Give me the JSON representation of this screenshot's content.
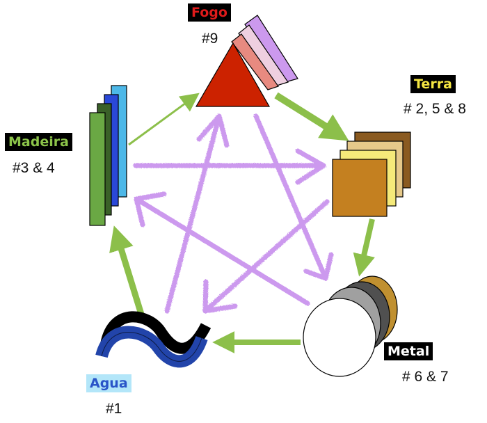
{
  "elements": {
    "fire": {
      "label": "Fogo",
      "numbers": "#9",
      "label_color": "#e01b1b",
      "label_bg": "#000000"
    },
    "earth": {
      "label": "Terra",
      "numbers": "# 2, 5 & 8",
      "label_color": "#f5e642",
      "label_bg": "#000000"
    },
    "metal": {
      "label": "Metal",
      "numbers": "# 6 & 7",
      "label_color": "#ffffff",
      "label_bg": "#000000"
    },
    "water": {
      "label": "Agua",
      "numbers": "#1",
      "label_color": "#2a55c8",
      "label_bg": "#b3e6f9"
    },
    "wood": {
      "label": "Madeira",
      "numbers": "#3 & 4",
      "label_color": "#8cc44a",
      "label_bg": "#000000"
    }
  },
  "colors": {
    "generating_arrow": "#8cbf4a",
    "controlling_arrow": "#cc99ee",
    "fire_triangle": "#cc2200",
    "earth_square": "#c48020",
    "metal_disc": "#ffffff",
    "water_wave": "#2244aa",
    "wood_bar": "#6aa844"
  }
}
